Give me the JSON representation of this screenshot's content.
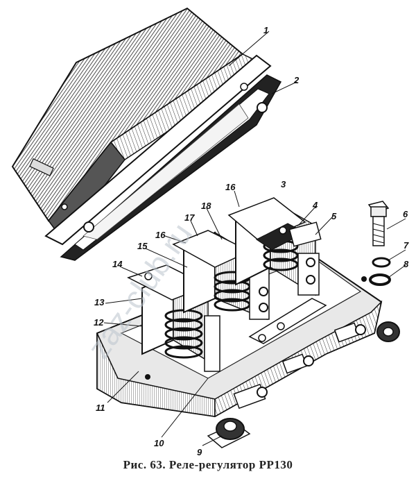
{
  "caption": "Рис. 63. Реле-регулятор РР130",
  "watermark": "zaz-club.ru",
  "callouts": [
    {
      "id": "1",
      "label": "1"
    },
    {
      "id": "2",
      "label": "2"
    },
    {
      "id": "3",
      "label": "3"
    },
    {
      "id": "4",
      "label": "4"
    },
    {
      "id": "5",
      "label": "5"
    },
    {
      "id": "6",
      "label": "6"
    },
    {
      "id": "7",
      "label": "7"
    },
    {
      "id": "8",
      "label": "8"
    },
    {
      "id": "9",
      "label": "9"
    },
    {
      "id": "10",
      "label": "10"
    },
    {
      "id": "11",
      "label": "11"
    },
    {
      "id": "12",
      "label": "12"
    },
    {
      "id": "13",
      "label": "13"
    },
    {
      "id": "14",
      "label": "14"
    },
    {
      "id": "15",
      "label": "15"
    },
    {
      "id": "16a",
      "label": "16"
    },
    {
      "id": "16b",
      "label": "16"
    },
    {
      "id": "17",
      "label": "17"
    },
    {
      "id": "18",
      "label": "18"
    }
  ],
  "colors": {
    "ink": "#1a1a1a",
    "paper": "#ffffff",
    "shade": "#5a5a5a",
    "watermark": "#b9c3cc"
  }
}
